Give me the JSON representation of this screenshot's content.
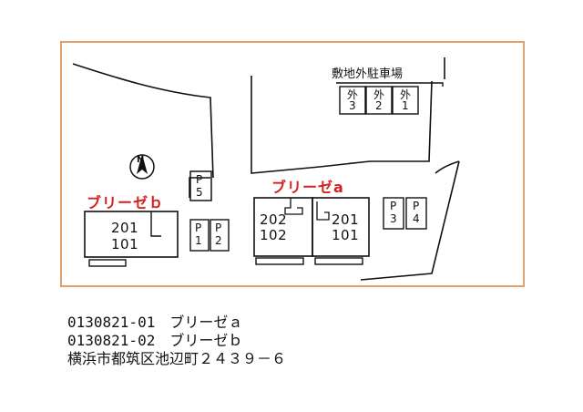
{
  "map": {
    "frame_color": "#e0a070",
    "accent_red": "#d62020",
    "compass_label": "N",
    "outside_parking_title": "敷地外駐車場",
    "outside_spaces": [
      {
        "top": "外",
        "num": "3"
      },
      {
        "top": "外",
        "num": "2"
      },
      {
        "top": "外",
        "num": "1"
      }
    ],
    "building_b": {
      "name": "ブリーゼｂ",
      "unit_upper": "201",
      "unit_lower": "101"
    },
    "building_a": {
      "name": "ブリーゼa",
      "left_upper": "202",
      "left_lower": "102",
      "right_upper": "201",
      "right_lower": "101"
    },
    "parking": {
      "p5": {
        "letter": "P",
        "num": "5"
      },
      "p1": {
        "letter": "P",
        "num": "1"
      },
      "p2": {
        "letter": "P",
        "num": "2"
      },
      "p3": {
        "letter": "P",
        "num": "3"
      },
      "p4": {
        "letter": "P",
        "num": "4"
      }
    }
  },
  "captions": [
    "0130821-01　ブリーゼａ",
    "0130821-02　ブリーゼｂ",
    "横浜市都筑区池辺町２４３９－６"
  ]
}
